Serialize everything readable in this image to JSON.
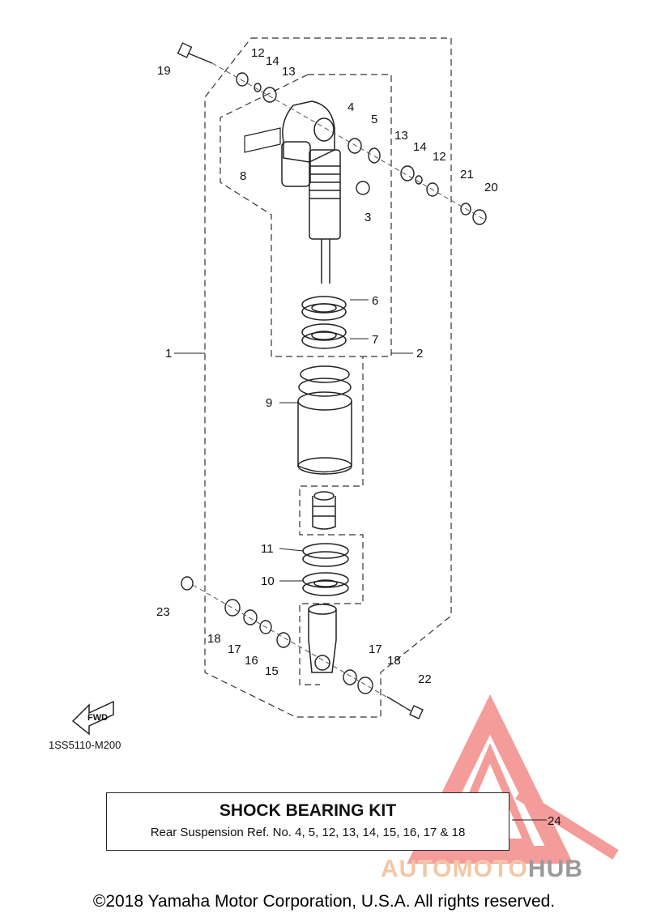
{
  "diagram": {
    "code": "1SS5110-M200",
    "fwd_label": "FWD",
    "callouts": [
      "1",
      "2",
      "3",
      "4",
      "5",
      "6",
      "7",
      "8",
      "9",
      "10",
      "11",
      "12",
      "12",
      "13",
      "13",
      "14",
      "14",
      "15",
      "16",
      "17",
      "17",
      "18",
      "18",
      "19",
      "20",
      "21",
      "22",
      "23",
      "24"
    ]
  },
  "kit": {
    "title": "SHOCK BEARING KIT",
    "subtitle": "Rear Suspension Ref. No. 4, 5, 12, 13, 14, 15, 16, 17 & 18",
    "callout": "24"
  },
  "watermark": {
    "part1": "AUTOMOTO",
    "part2": "HUB",
    "colors": {
      "triangle": "#f07c78",
      "auto": "#f2c7a6",
      "hub": "#9a9a9a"
    }
  },
  "footer": {
    "copyright": "©2018 Yamaha Motor Corporation, U.S.A. All rights reserved."
  }
}
